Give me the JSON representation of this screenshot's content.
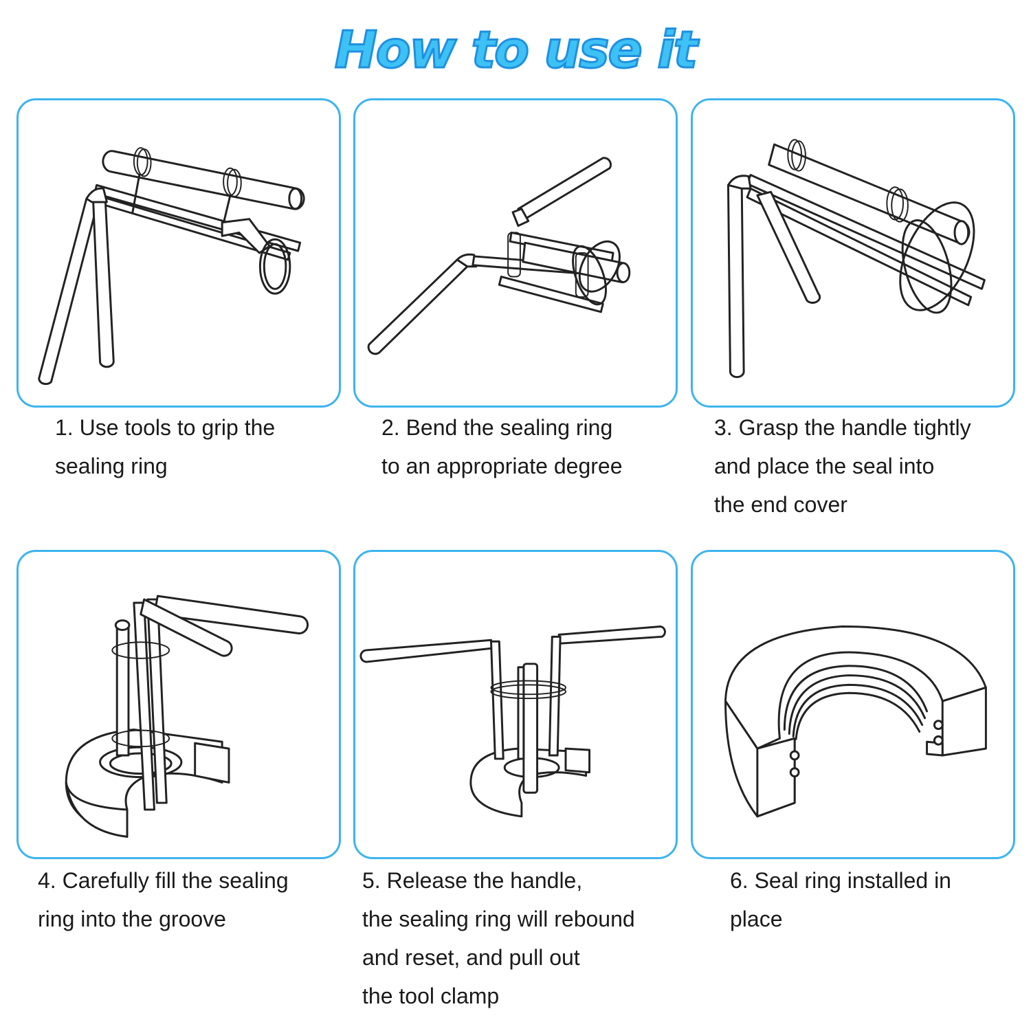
{
  "title": "How to use it",
  "accent_color": "#3cb4ef",
  "steps": [
    {
      "caption": "1. Use tools to grip the\nsealing ring",
      "icon": "seal-tool-grip-illustration"
    },
    {
      "caption": "2. Bend the sealing ring\nto an appropriate degree",
      "icon": "seal-tool-bend-illustration"
    },
    {
      "caption": "3. Grasp the handle tightly\nand place the seal into\nthe end cover",
      "icon": "seal-tool-place-illustration"
    },
    {
      "caption": "4. Carefully fill the sealing\nring into the groove",
      "icon": "seal-tool-fill-groove-illustration"
    },
    {
      "caption": "5. Release the handle,\nthe sealing ring will rebound\nand reset, and pull out\nthe tool clamp",
      "icon": "seal-tool-release-illustration"
    },
    {
      "caption": "6. Seal ring installed in\nplace",
      "icon": "seal-ring-installed-illustration"
    }
  ]
}
